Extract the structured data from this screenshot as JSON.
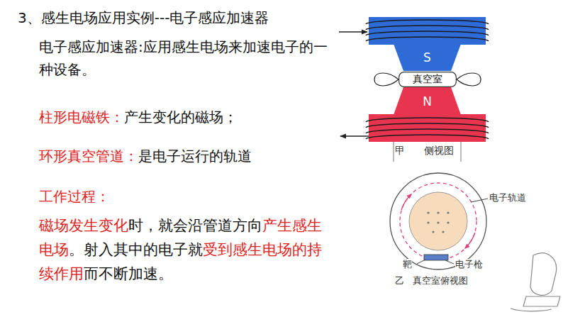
{
  "diagram": {
    "title": "3、感生电场应用实例---电子感应加速器",
    "nodes": [
      {
        "text": [
          "S"
        ]
      },
      {
        "text": [
          "真空室"
        ]
      },
      {
        "text": [
          "N"
        ]
      }
    ],
    "labels": [
      "电子感应加速器:应用感生电场来加速电子的一种设备。",
      "柱形电磁铁：",
      "产生变化的磁场；",
      "环形真空管道：",
      "是电子运行的轨道",
      "工作过程：",
      "磁场发生变化",
      "时，就会沿管道方向",
      "产生感生电场",
      "。射入其中的电子就",
      "受到感生电场的持续作用",
      "而不断加速。",
      "甲",
      "侧视图",
      "电子轨道",
      "靶",
      "电子枪",
      "乙",
      "真空室俯视图"
    ]
  }
}
